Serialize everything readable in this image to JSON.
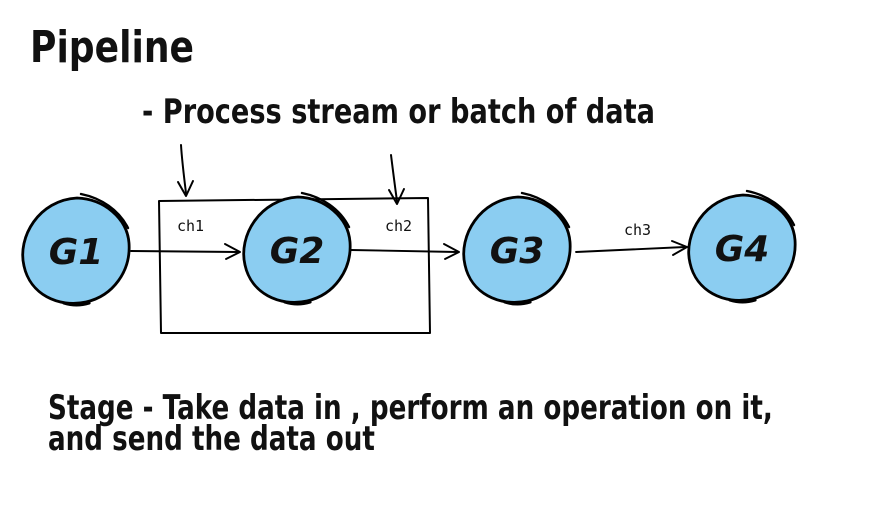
{
  "title": "Pipeline",
  "subtitle": "- Process stream or batch of data",
  "note": {
    "line1": "Stage - Take data in , perform an operation on it,",
    "line2": "and send the data out"
  },
  "diagram": {
    "nodes": [
      {
        "label": "G1"
      },
      {
        "label": "G2"
      },
      {
        "label": "G3"
      },
      {
        "label": "G4"
      }
    ],
    "channels": [
      {
        "label": "ch1"
      },
      {
        "label": "ch2"
      },
      {
        "label": "ch3"
      }
    ],
    "colors": {
      "node_fill": "#8bcdf1",
      "stroke": "#000000",
      "background": "#ffffff"
    }
  }
}
